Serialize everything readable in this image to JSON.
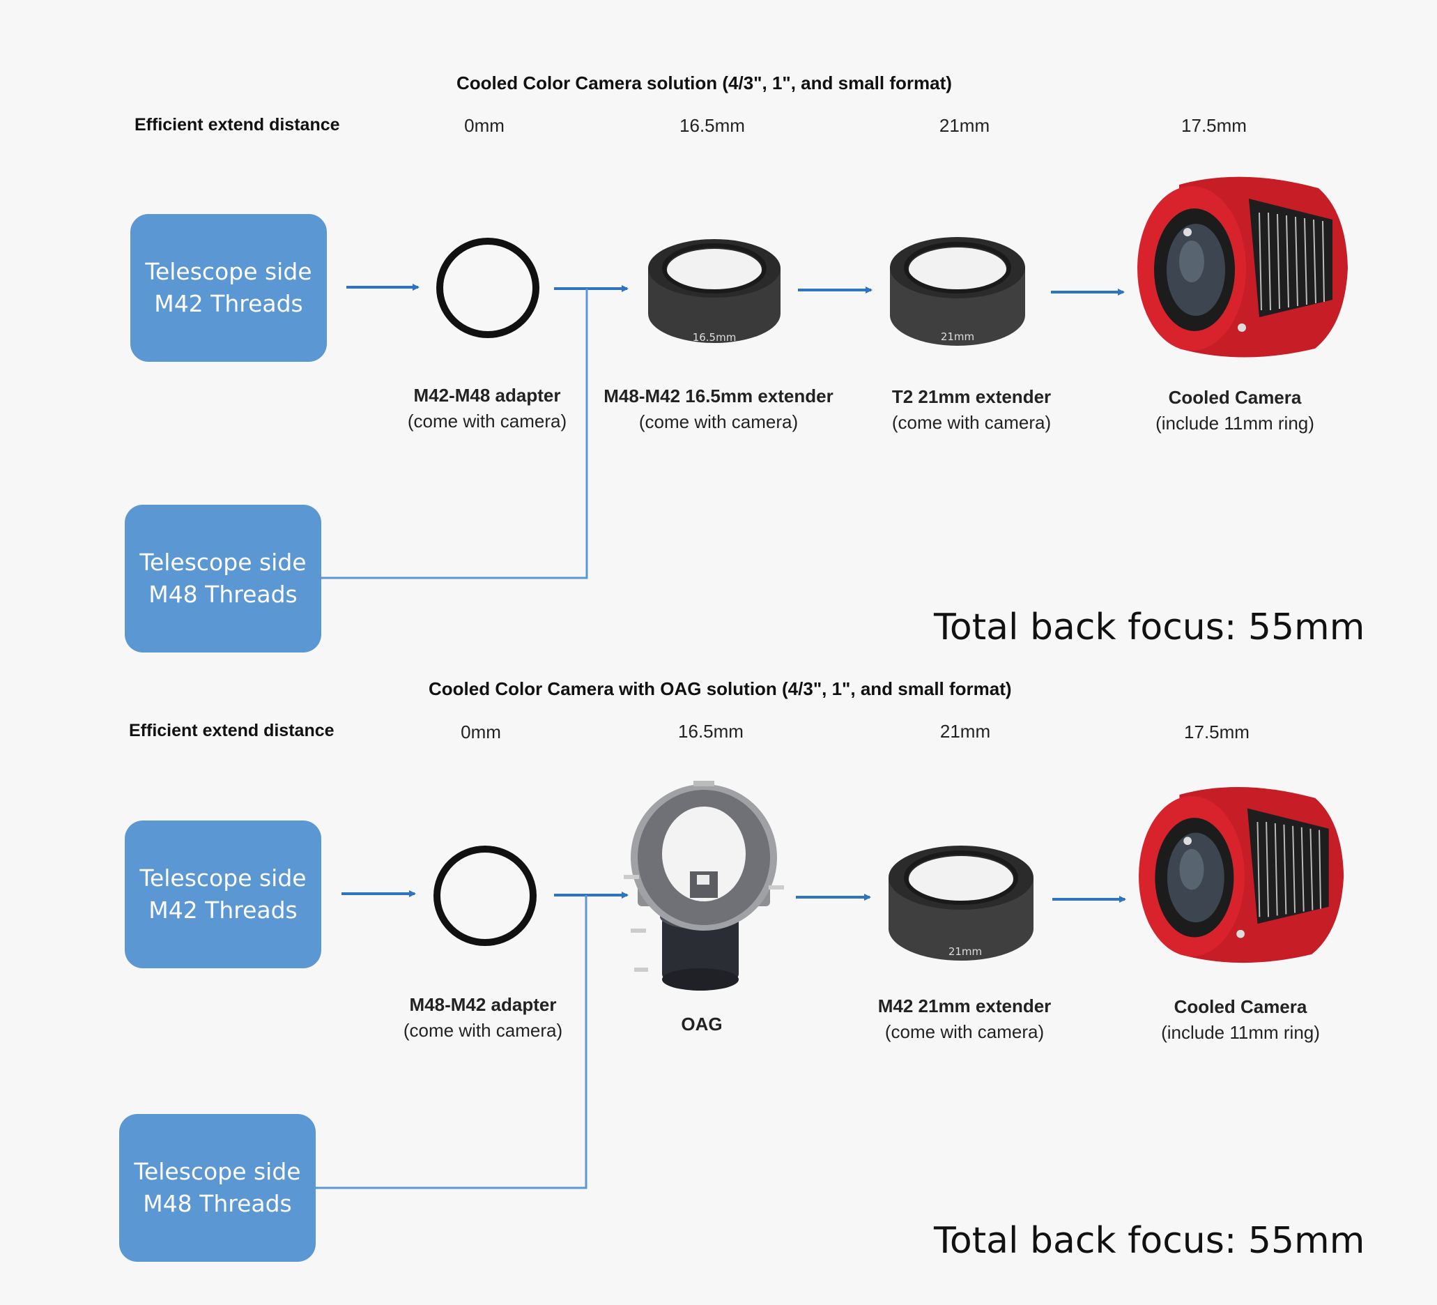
{
  "panels": [
    {
      "title": "Cooled Color Camera solution (4/3\", 1\", and small format)",
      "distance_label": "Efficient extend distance",
      "distances": [
        "0mm",
        "16.5mm",
        "21mm",
        "17.5mm"
      ],
      "telescope_m42": {
        "line1": "Telescope side",
        "line2": "M42 Threads"
      },
      "telescope_m48": {
        "line1": "Telescope side",
        "line2": "M48 Threads"
      },
      "parts": [
        {
          "name": "M42-M48 adapter",
          "note": "(come with camera)"
        },
        {
          "name": "M48-M42 16.5mm extender",
          "note": "(come with camera)",
          "engraving": "16.5mm"
        },
        {
          "name": "T2 21mm extender",
          "note": "(come with camera)",
          "engraving": "21mm"
        },
        {
          "name": "Cooled Camera",
          "note": "(include 11mm ring)"
        }
      ],
      "total": "Total back focus: 55mm"
    },
    {
      "title": "Cooled Color Camera with OAG solution (4/3\", 1\", and small format)",
      "distance_label": "Efficient extend distance",
      "distances": [
        "0mm",
        "16.5mm",
        "21mm",
        "17.5mm"
      ],
      "telescope_m42": {
        "line1": "Telescope side",
        "line2": "M42 Threads"
      },
      "telescope_m48": {
        "line1": "Telescope side",
        "line2": "M48 Threads"
      },
      "parts": [
        {
          "name": "M48-M42 adapter",
          "note": "(come with camera)"
        },
        {
          "name": "OAG",
          "note": ""
        },
        {
          "name": "M42 21mm extender",
          "note": "(come with camera)",
          "engraving": "21mm"
        },
        {
          "name": "Cooled Camera",
          "note": "(include 11mm ring)"
        }
      ],
      "total": "Total back focus: 55mm"
    }
  ],
  "colors": {
    "box": "#5b97d2",
    "arrow": "#2f74c0",
    "camera_red": "#d0202a"
  }
}
